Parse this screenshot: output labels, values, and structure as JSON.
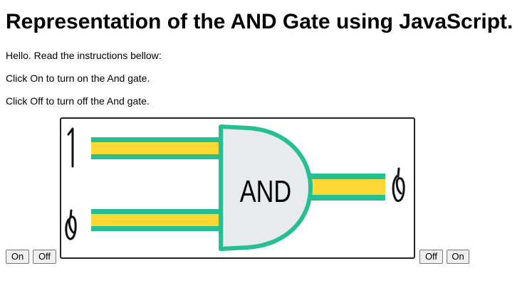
{
  "page": {
    "title": "Representation of the AND Gate using JavaScript."
  },
  "instructions": {
    "line1": "Hello. Read the instructions bellow:",
    "line2": "Click On to turn on the And gate.",
    "line3": "Click Off to turn off the And gate."
  },
  "controls": {
    "left_on_label": "On",
    "left_off_label": "Off",
    "right_off_label": "Off",
    "right_on_label": "On"
  },
  "gate": {
    "label": "AND",
    "input_top_value": "1",
    "input_bottom_value": "0",
    "output_value": "0",
    "colors": {
      "wire_fill": "#fdd835",
      "wire_border": "#26bf94",
      "gate_body": "#e7ebee",
      "gate_border": "#26bf94",
      "frame_border": "#222222"
    }
  }
}
